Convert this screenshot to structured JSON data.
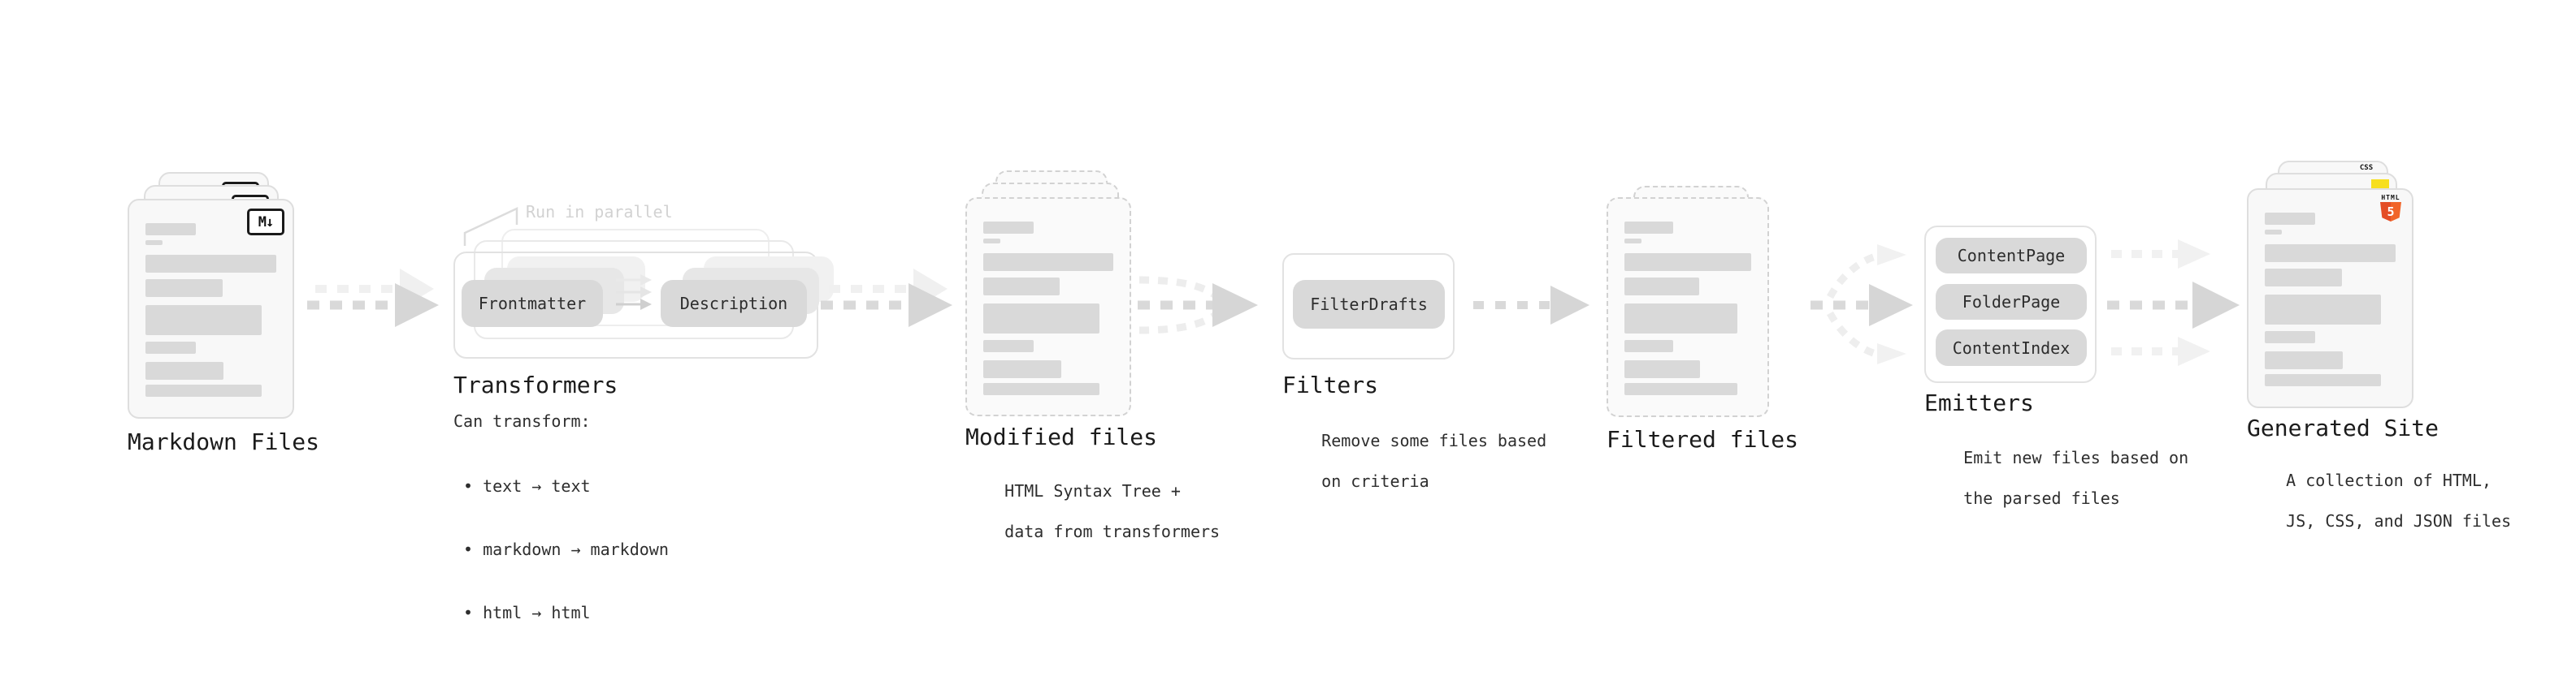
{
  "diagram": {
    "markdown_files": {
      "title": "Markdown Files",
      "badge": "M↓"
    },
    "transformers": {
      "title": "Transformers",
      "annotation": "Run in parallel",
      "pill_left": "Frontmatter",
      "pill_right": "Description",
      "caption": "Can transform:",
      "bullets": [
        "• text → text",
        "• markdown → markdown",
        "• html → html"
      ]
    },
    "modified_files": {
      "title": "Modified files",
      "subtitle_line1": "HTML Syntax Tree +",
      "subtitle_line2": "data from transformers"
    },
    "filters": {
      "title": "Filters",
      "pill": "FilterDrafts",
      "subtitle_line1": "Remove some files based",
      "subtitle_line2": "on criteria"
    },
    "filtered_files": {
      "title": "Filtered files"
    },
    "emitters": {
      "title": "Emitters",
      "pills": [
        "ContentPage",
        "FolderPage",
        "ContentIndex"
      ],
      "subtitle_line1": "Emit new files based on",
      "subtitle_line2": "the parsed files"
    },
    "generated_site": {
      "title": "Generated Site",
      "subtitle_line1": "A collection of HTML,",
      "subtitle_line2": "JS, CSS, and JSON files",
      "css_badge": "CSS",
      "html_badge_label": "HTML",
      "html_badge_number": "5"
    },
    "colors": {
      "html5_orange": "#e44d26",
      "js_yellow": "#f7df1e",
      "css_blue": "#2962ff",
      "arrow_gray": "#d9d9d9",
      "arrow_faint": "#f0f0f0"
    }
  }
}
